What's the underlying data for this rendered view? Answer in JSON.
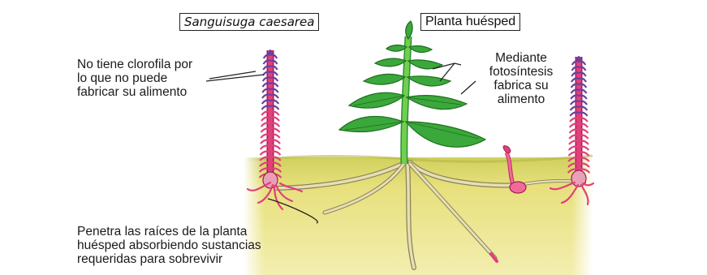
{
  "labels": {
    "parasite_title": "Sanguisuga caesarea",
    "host_title": "Planta huésped",
    "no_chlorophyll": "No tiene clorofila por\nlo que no puede\nfabricar su alimento",
    "photosynthesis": "Mediante\nfotosíntesis\nfabrica su\nalimento",
    "penetrates": "Penetra las raíces de la planta\nhuésped absorbiendo sustancias\nrequeridas para sobrevivir"
  },
  "colors": {
    "soil": "#e8e07a",
    "soil_shade": "#c9c85a",
    "leaf": "#3aa83a",
    "leaf_dark": "#1f6f1f",
    "stem": "#5fbf3f",
    "root": "#d6cfa6",
    "root_outline": "#8a8255",
    "parasite_stem": "#e0407a",
    "parasite_scales": "#6b3fa0"
  },
  "icons": {
    "host": "host-plant-illustration",
    "parasite_left": "parasite-plant-left",
    "parasite_right": "parasite-plant-right",
    "sprout": "parasite-sprout"
  }
}
